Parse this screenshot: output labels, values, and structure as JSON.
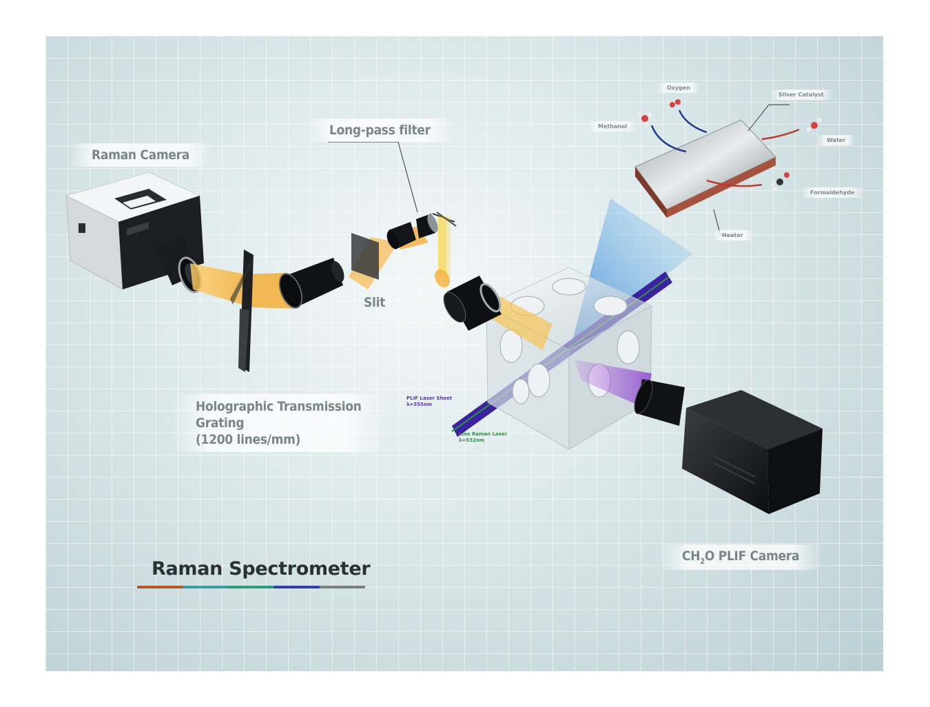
{
  "title": "Raman Spectrometer",
  "title_bar_colors": [
    "#b5562c",
    "#3e9aa0",
    "#2e9a7a",
    "#2c3fa5",
    "#7a7f82"
  ],
  "labels": {
    "raman_camera": "Raman Camera",
    "long_pass_filter": "Long-pass filter",
    "slit": "Slit",
    "grating_line1": "Holographic Transmission",
    "grating_line2": "Grating",
    "grating_line3": "(1200 lines/mm)",
    "plif_camera_prefix": "CH",
    "plif_camera_sub": "2",
    "plif_camera_suffix": "O PLIF Camera"
  },
  "lasers": {
    "plif_line1": "PLIF Laser Sheet",
    "plif_line2": "λ=355nm",
    "raman_line1": "Line Raman Laser",
    "raman_line2": "λ=532nm"
  },
  "catalyst": {
    "oxygen": "Oxygen",
    "silver_catalyst": "Silver Catalyst",
    "methanol": "Methanol",
    "water": "Water",
    "formaldehyde": "Formaldehyde",
    "heater": "Heater"
  },
  "colors": {
    "raman_beam": "#f5a623",
    "uv_laser": "#4a2ca8",
    "green_laser": "#2f8f4a",
    "plif_fluorescence": "#2a7fd4"
  }
}
